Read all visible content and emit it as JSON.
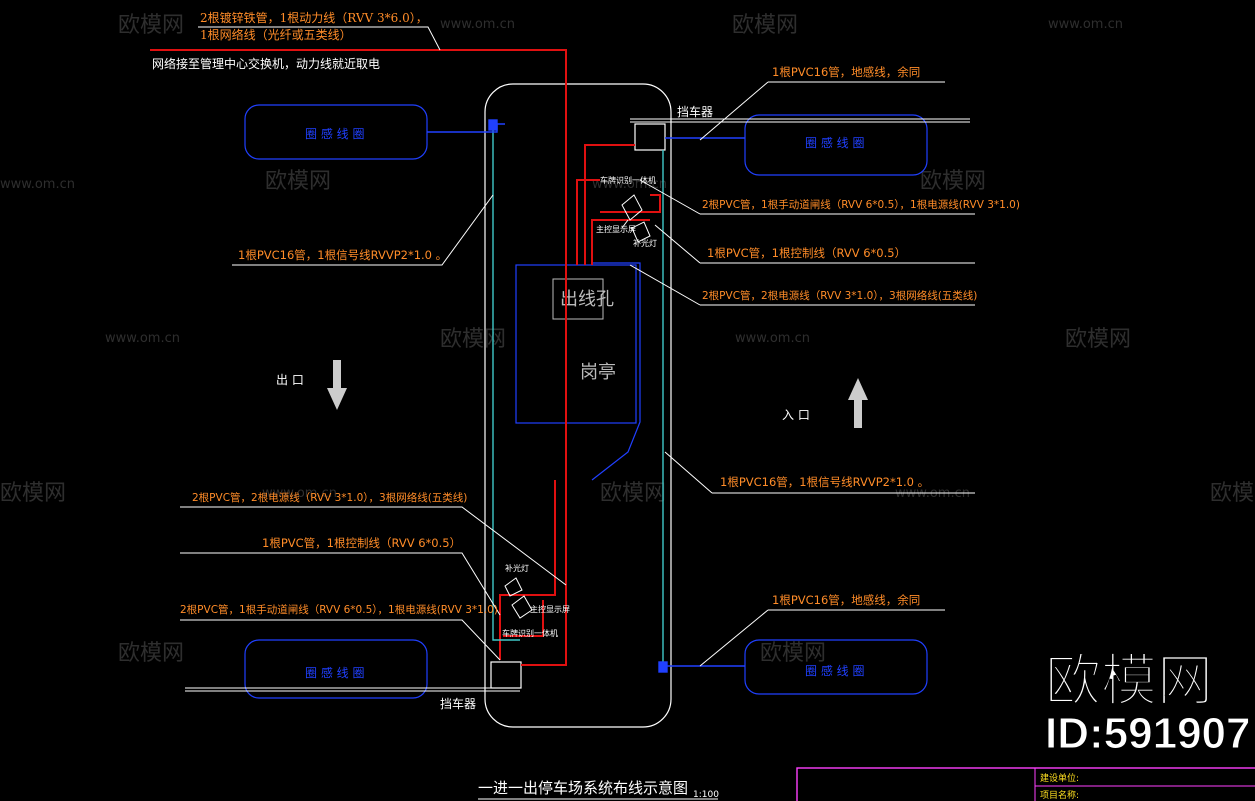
{
  "title": {
    "main": "一进一出停车场系统布线示意图",
    "scale": "1:100"
  },
  "top_note": {
    "line1": "2根镀锌铁管，1根动力线（RVV 3*6.0），",
    "line2": "1根网络线（光纤或五类线）",
    "line3": "网络接至管理中心交换机，动力线就近取电"
  },
  "labels": {
    "outlet_hole": "出线孔",
    "booth": "岗亭",
    "entrance": "入  口",
    "exit": "出  口",
    "barrier_top": "挡车器",
    "barrier_bottom": "挡车器",
    "coil": "圈 感 线 圈",
    "plate_cam": "车牌识别一体机",
    "main_display": "主控显示屏",
    "fill_light": "补光灯"
  },
  "annotations": {
    "tr1": "1根PVC16管，地感线，余同",
    "tr2": "2根PVC管，1根手动道闸线（RVV 6*0.5），1根电源线(RVV 3*1.0)",
    "tr3": "1根PVC管，1根控制线（RVV 6*0.5）",
    "tr4": "2根PVC管，2根电源线（RVV 3*1.0），3根网络线(五类线)",
    "left_signal": "1根PVC16管，1根信号线RVVP2*1.0 。",
    "right_signal": "1根PVC16管，1根信号线RVVP2*1.0 。",
    "bl1": "2根PVC管，2根电源线（RVV 3*1.0），3根网络线(五类线)",
    "bl2": "1根PVC管，1根控制线（RVV 6*0.5）",
    "bl3": "2根PVC管，1根手动道闸线（RVV 6*0.5），1根电源线(RVV 3*1.0)",
    "br1": "1根PVC16管，地感线，余同"
  },
  "title_block": {
    "row1": "建设单位:",
    "row2": "项目名称:"
  },
  "watermark": {
    "brand": "欧模网",
    "url": "www.om.cn",
    "id": "ID:591907"
  },
  "colors": {
    "background": "#000000",
    "red_wire": "#e01010",
    "blue_wire": "#2040ff",
    "cyan_wire": "#40c8c8",
    "annotation": "#ff8c28",
    "white": "#ffffff",
    "magenta": "#ff40ff"
  }
}
